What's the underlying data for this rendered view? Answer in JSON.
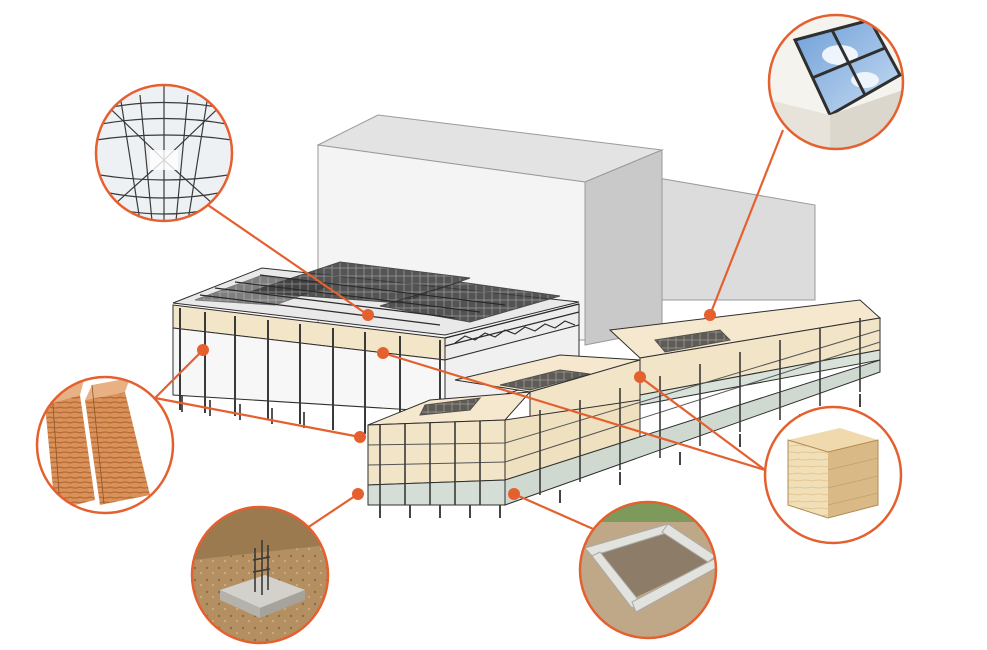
{
  "colors": {
    "accent": "#e5602f",
    "timber": "#f4e6cc",
    "structure": "#333333",
    "mass_light": "#f2f2f2",
    "mass_side": "#c6c6c6",
    "mass_top": "#e0e0e0",
    "ground_slab": "#cfd8d0"
  },
  "callouts": [
    {
      "name": "steel-truss-roof-detail",
      "icon": "steel-roof-photo-icon"
    },
    {
      "name": "skylight-detail",
      "icon": "skylight-photo-icon"
    },
    {
      "name": "glulam-beam-detail",
      "icon": "glulam-timber-photo-icon"
    },
    {
      "name": "clt-panel-detail",
      "icon": "clt-block-photo-icon"
    },
    {
      "name": "pad-footing-detail",
      "icon": "pad-footing-photo-icon"
    },
    {
      "name": "strip-foundation-detail",
      "icon": "strip-foundation-photo-icon"
    }
  ]
}
